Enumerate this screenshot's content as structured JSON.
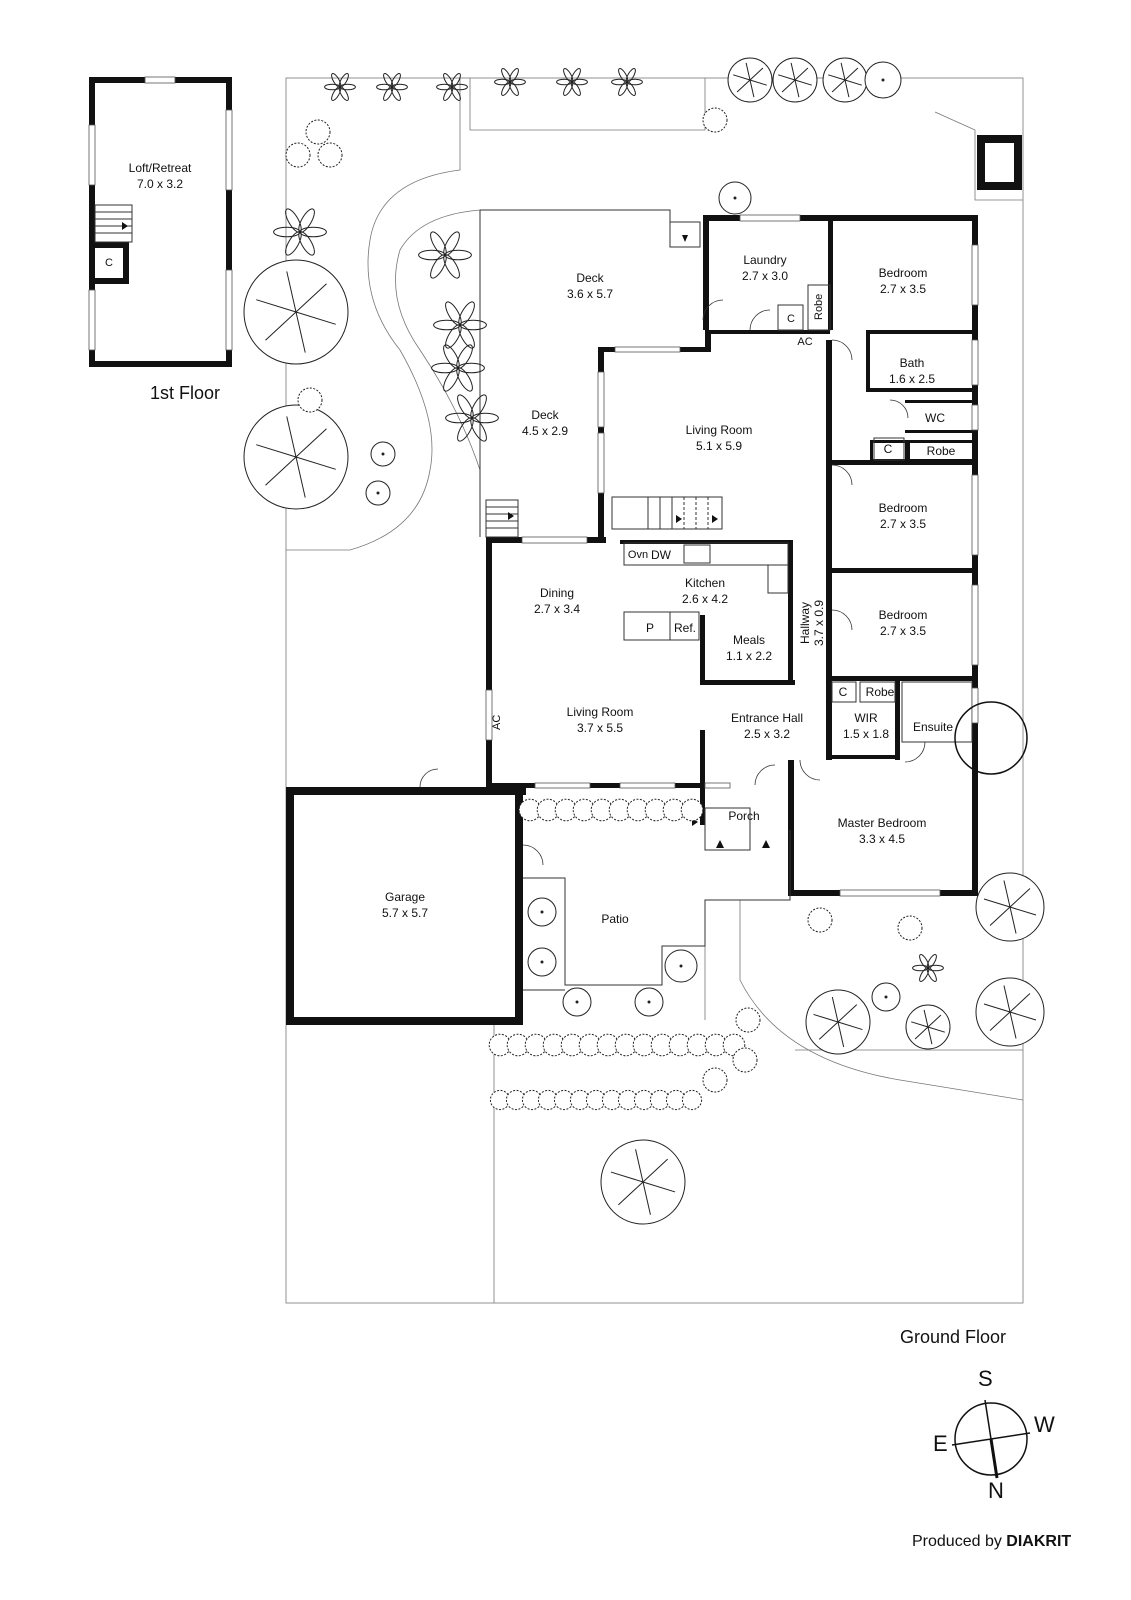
{
  "floors": {
    "first": {
      "label": "1st Floor"
    },
    "ground": {
      "label": "Ground Floor"
    }
  },
  "rooms": {
    "loft": {
      "name": "Loft/Retreat",
      "dims": "7.0 x 3.2"
    },
    "loft_cupboard": {
      "name": "C"
    },
    "deck_north": {
      "name": "Deck",
      "dims": "3.6 x 5.7"
    },
    "deck_south": {
      "name": "Deck",
      "dims": "4.5 x 2.9"
    },
    "laundry": {
      "name": "Laundry",
      "dims": "2.7 x 3.0"
    },
    "laundry_cupboard": {
      "name": "C"
    },
    "laundry_robe": {
      "name": "Robe"
    },
    "ac_living": {
      "name": "AC"
    },
    "bedroom1": {
      "name": "Bedroom",
      "dims": "2.7 x 3.5"
    },
    "bath": {
      "name": "Bath",
      "dims": "1.6 x 2.5"
    },
    "wc": {
      "name": "WC"
    },
    "hall_cupboard": {
      "name": "C"
    },
    "robe2": {
      "name": "Robe"
    },
    "living_rear": {
      "name": "Living Room",
      "dims": "5.1 x 5.9"
    },
    "bedroom2": {
      "name": "Bedroom",
      "dims": "2.7 x 3.5"
    },
    "oven": {
      "name": "Ovn"
    },
    "dishwasher": {
      "name": "DW"
    },
    "kitchen": {
      "name": "Kitchen",
      "dims": "2.6 x 4.2"
    },
    "dining": {
      "name": "Dining",
      "dims": "2.7 x 3.4"
    },
    "pantry": {
      "name": "P"
    },
    "fridge": {
      "name": "Ref."
    },
    "meals": {
      "name": "Meals",
      "dims": "1.1 x 2.2"
    },
    "hallway": {
      "name": "Hallway",
      "dims": "3.7 x 0.9"
    },
    "bedroom3": {
      "name": "Bedroom",
      "dims": "2.7 x 3.5"
    },
    "cupboard3": {
      "name": "C"
    },
    "robe3": {
      "name": "Robe"
    },
    "wir": {
      "name": "WIR",
      "dims": "1.5 x 1.8"
    },
    "ensuite": {
      "name": "Ensuite"
    },
    "ac_front": {
      "name": "AC"
    },
    "living_front": {
      "name": "Living Room",
      "dims": "3.7 x 5.5"
    },
    "entrance": {
      "name": "Entrance Hall",
      "dims": "2.5 x 3.2"
    },
    "porch": {
      "name": "Porch"
    },
    "master": {
      "name": "Master Bedroom",
      "dims": "3.3 x 4.5"
    },
    "garage": {
      "name": "Garage",
      "dims": "5.7 x 5.7"
    },
    "patio": {
      "name": "Patio"
    }
  },
  "compass": {
    "s": "S",
    "w": "W",
    "e": "E",
    "n": "N"
  },
  "credit": {
    "prefix": "Produced by ",
    "brand": "DIAKRIT"
  }
}
